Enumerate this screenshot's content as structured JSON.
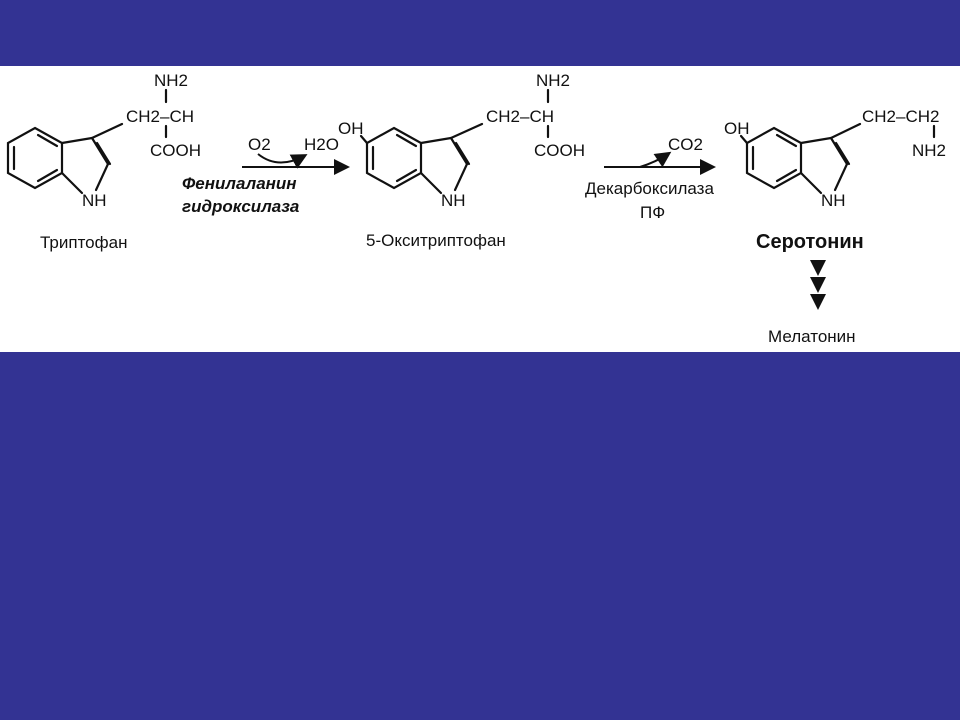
{
  "molecules": {
    "tryptophan": {
      "name": "Триптофан",
      "nh2": "NH2",
      "ch2ch": "CH2–CH",
      "cooh": "COOH",
      "nh": "NH"
    },
    "oxytryptophan": {
      "name": "5-Окситриптофан",
      "nh2": "NH2",
      "ch2ch": "CH2–CH",
      "cooh": "COOH",
      "nh": "NH",
      "oh": "OH"
    },
    "serotonin": {
      "name": "Серотонин",
      "ch2ch2": "CH2–CH2",
      "nh2": "NH2",
      "nh": "NH",
      "oh": "OH"
    }
  },
  "reaction1": {
    "o2": "O2",
    "h2o": "H2O",
    "enzyme_line1": "Фенилаланин",
    "enzyme_line2": "гидроксилаза"
  },
  "reaction2": {
    "co2": "CO2",
    "enzyme": "Декарбоксилаза",
    "cofactor": "ПФ"
  },
  "downstream": {
    "product": "Мелатонин"
  }
}
